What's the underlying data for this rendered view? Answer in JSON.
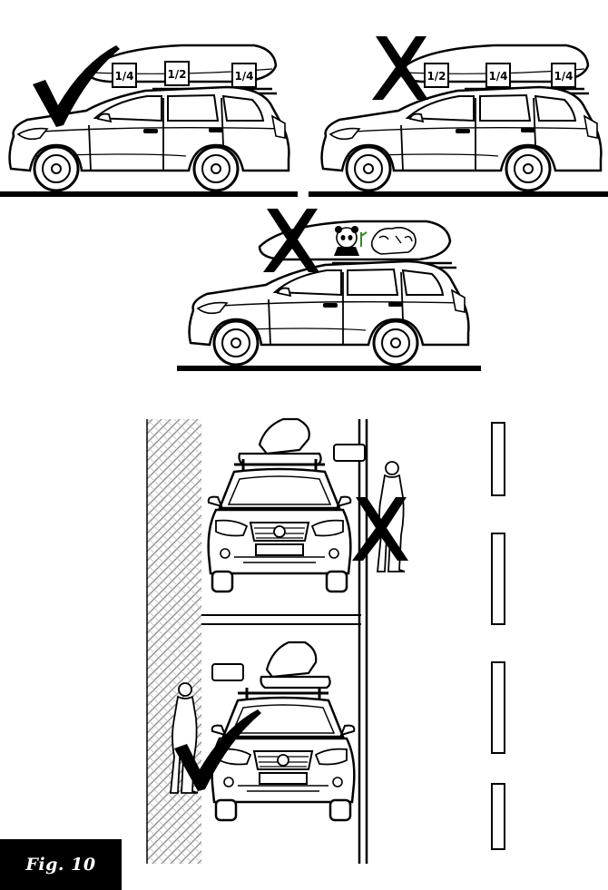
{
  "figure": {
    "label": "Fig.  10"
  },
  "load_fractions": {
    "correct_panel": [
      "1/4",
      "1/2",
      "1/4"
    ],
    "wrong_panel": [
      "1/2",
      "1/4",
      "1/4"
    ]
  },
  "marks": {
    "correct": "check-mark",
    "wrong": "x-mark"
  },
  "colors": {
    "ink": "#000000",
    "paper": "#ffffff",
    "wall_hatch": "#9a9a9a"
  }
}
